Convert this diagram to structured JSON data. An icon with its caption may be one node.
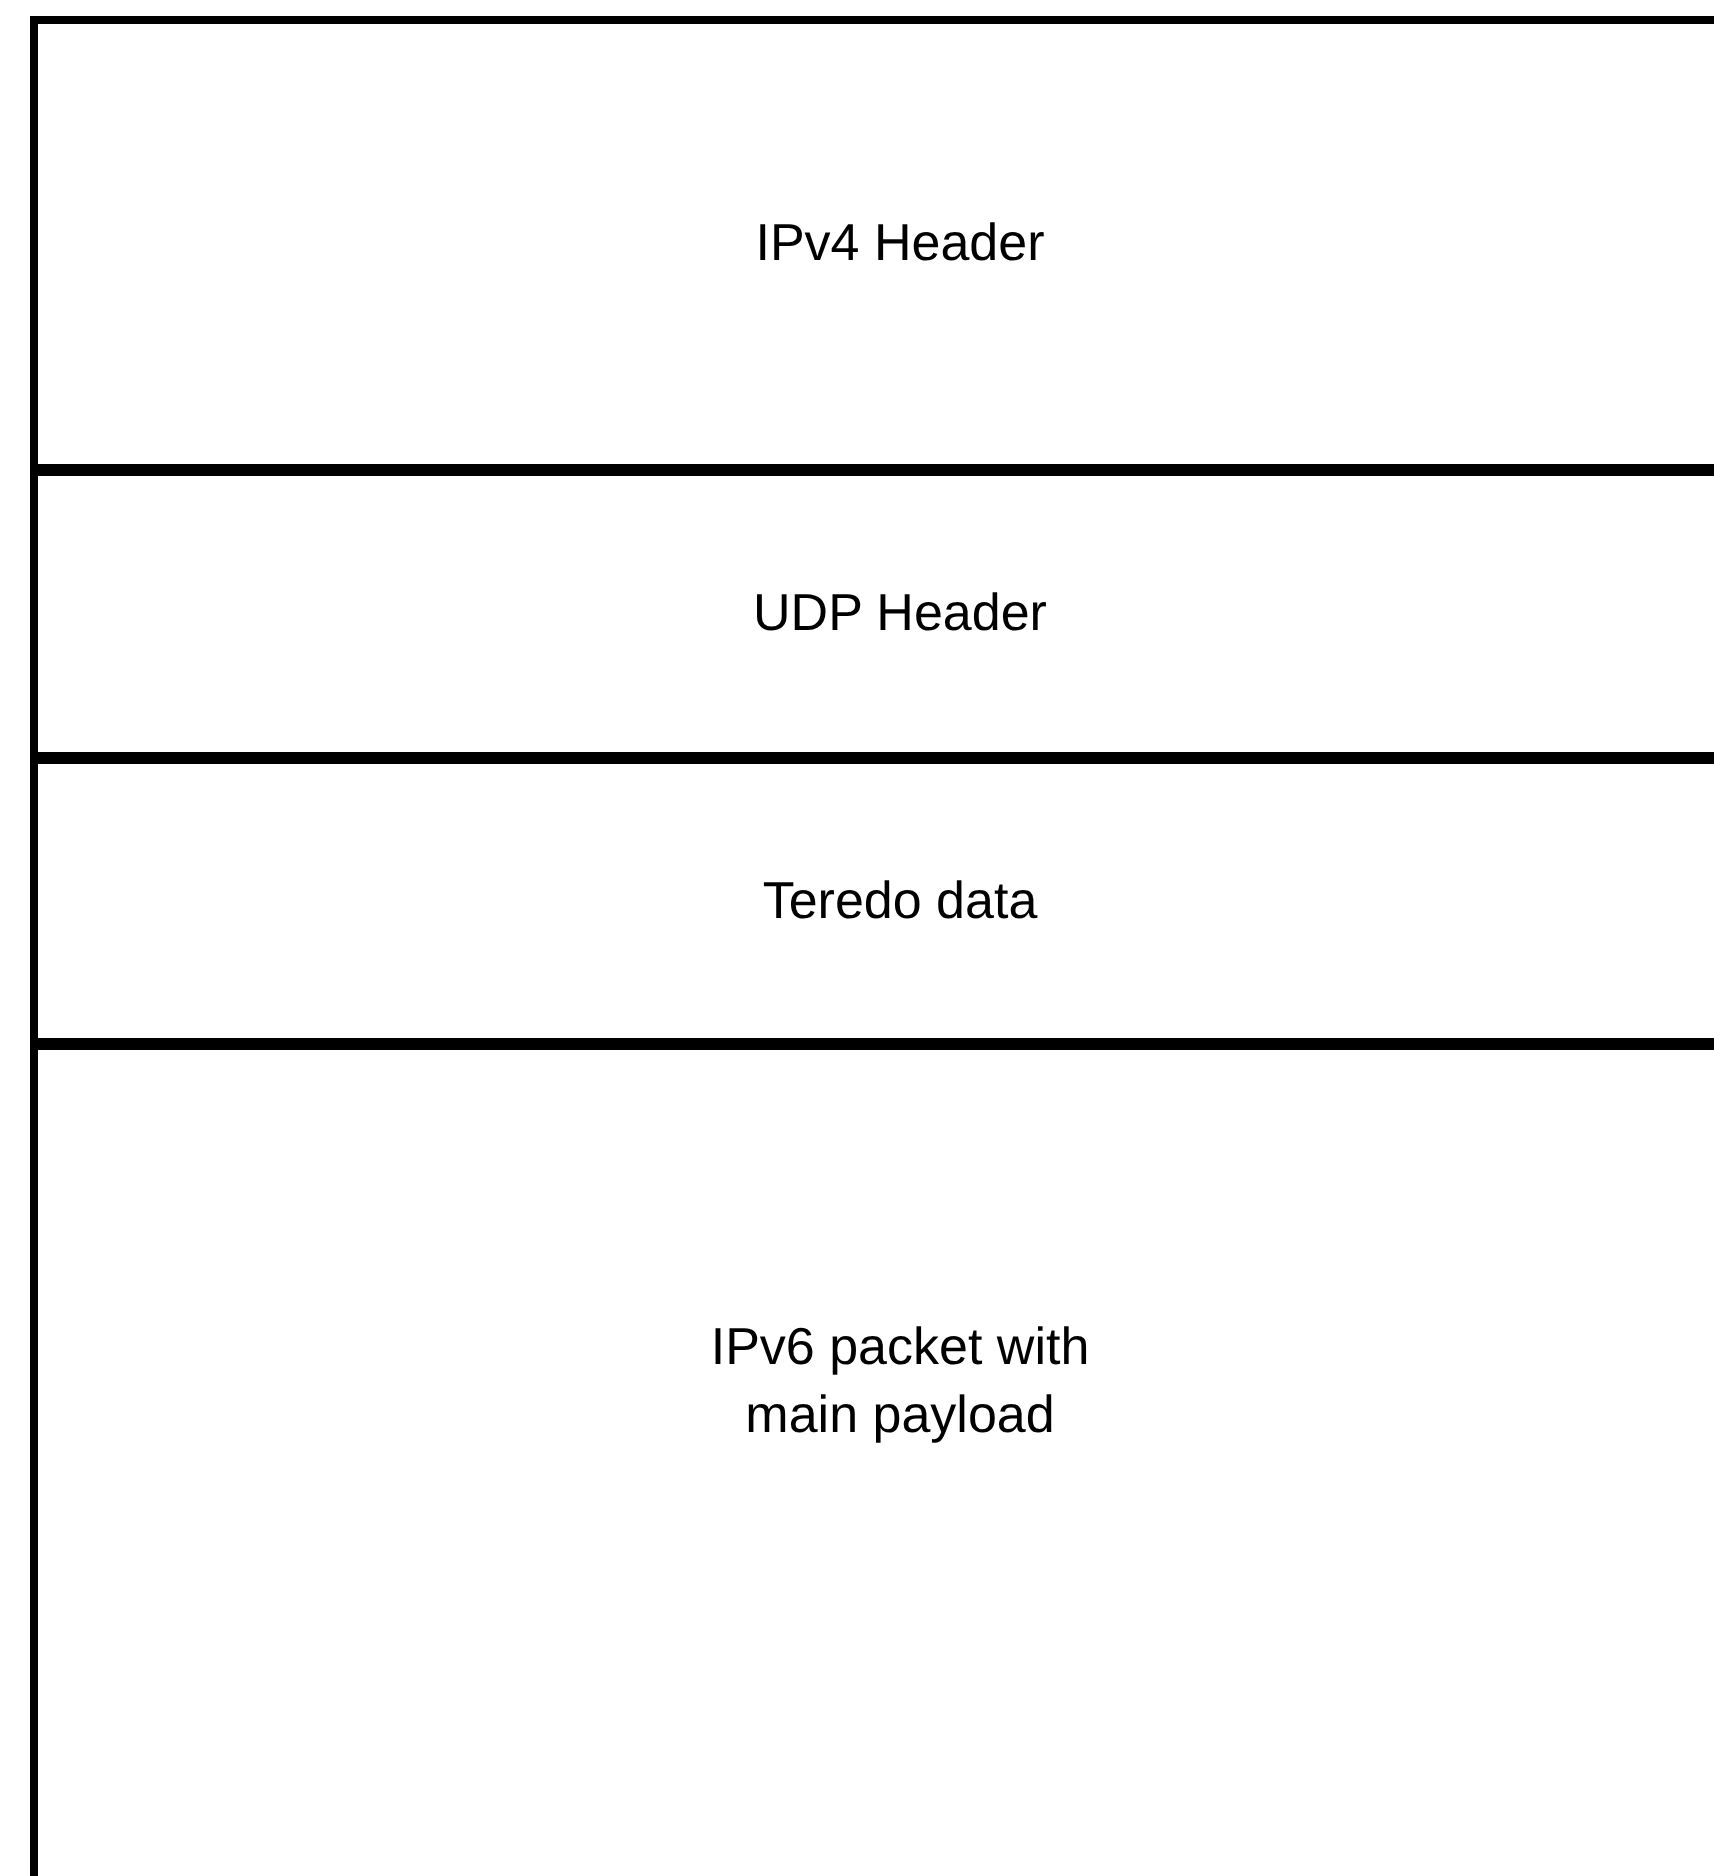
{
  "diagram": {
    "nodes": [
      {
        "text": [
          "IPv4 Header"
        ]
      },
      {
        "text": [
          "UDP Header"
        ]
      },
      {
        "text": [
          "Teredo data"
        ]
      },
      {
        "text": [
          "IPv6 packet with main payload"
        ]
      }
    ]
  }
}
